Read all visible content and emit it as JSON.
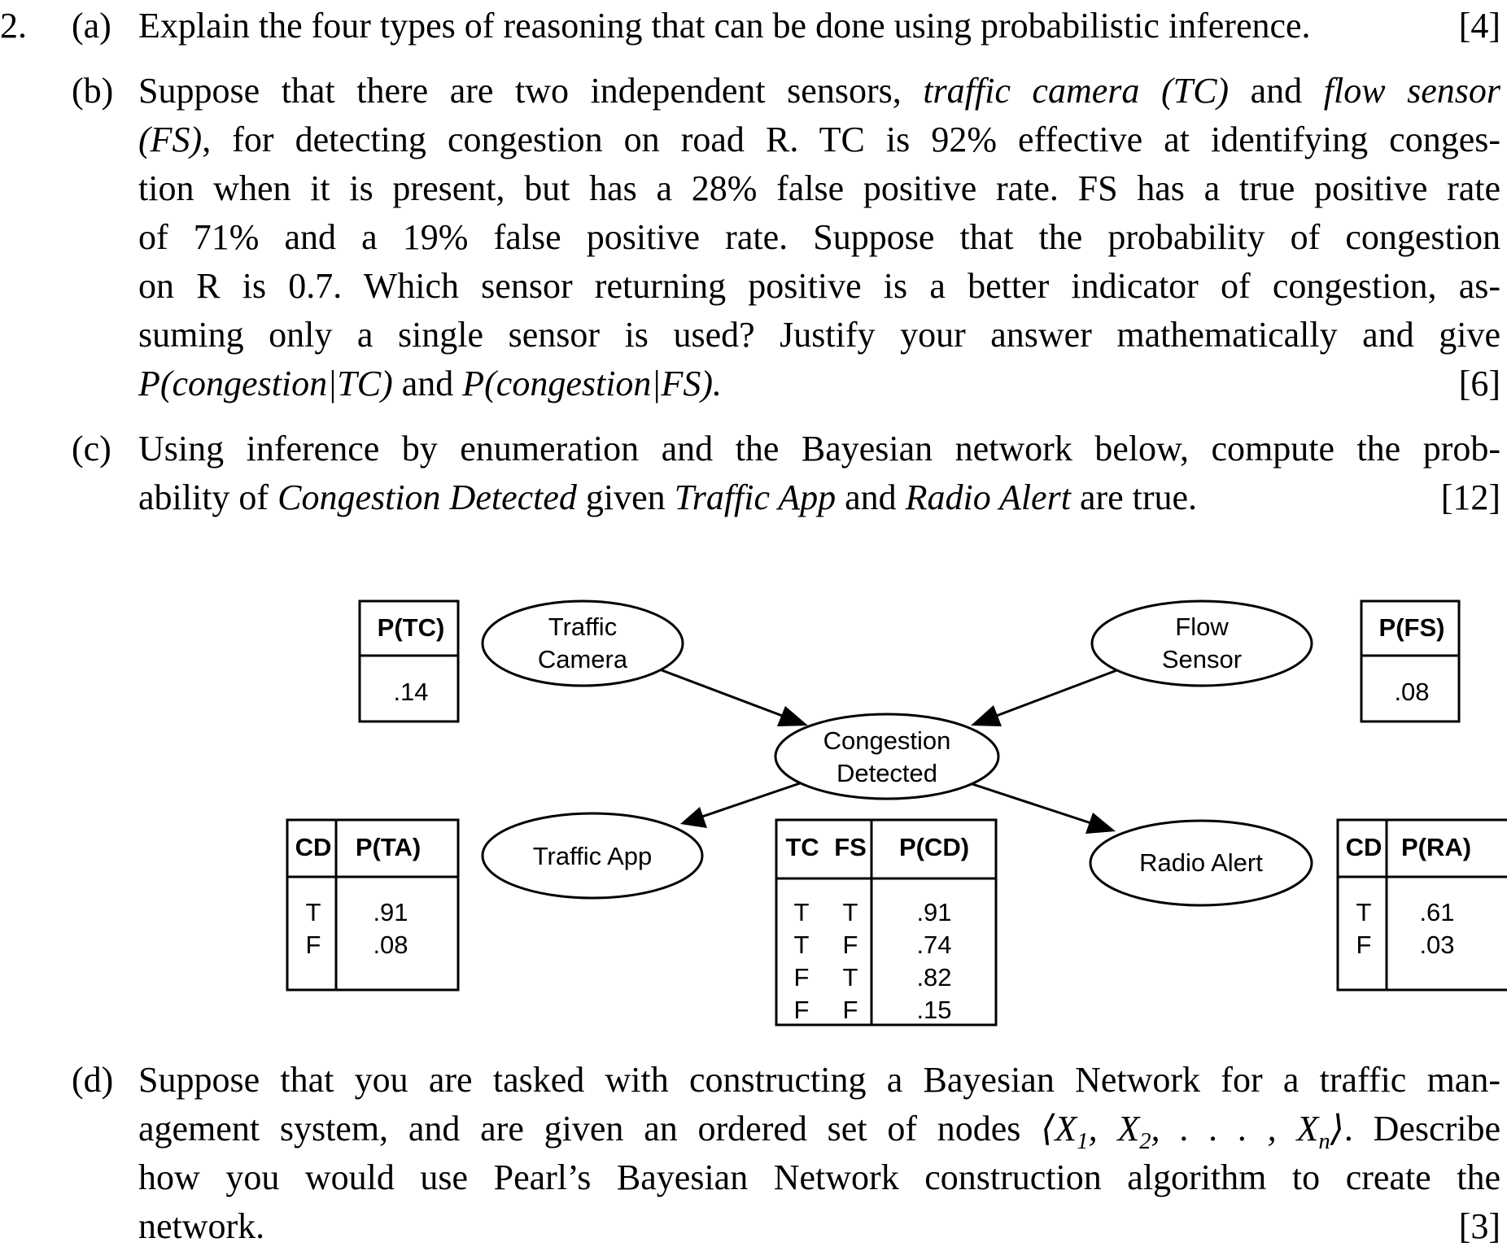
{
  "question": {
    "number": "2.",
    "parts": {
      "a": {
        "label": "(a)",
        "text": "Explain the four types of reasoning that can be done using probabilistic inference.",
        "marks": "[4]"
      },
      "b": {
        "label": "(b)",
        "line1_pre": "Suppose that there are two independent sensors,",
        "line1_tc": "traffic camera (TC)",
        "line1_and": "and",
        "line1_fs": "flow sensor",
        "line2_fs": "(FS)",
        "line2_rest": ", for detecting congestion on road R. TC is 92% effective at identifying conges-",
        "line3": "tion when it is present, but has a 28% false positive rate. FS has a true positive rate",
        "line4": "of 71% and a 19% false positive rate.  Suppose that the probability of congestion",
        "line5": "on R is 0.7.  Which sensor returning positive is a better indicator of congestion, as-",
        "line6": "suming only a single sensor is used?  Justify your answer mathematically and give",
        "line7_formula1": "P(congestion|TC)",
        "line7_and": "and",
        "line7_formula2": "P(congestion|FS).",
        "marks": "[6]"
      },
      "c": {
        "label": "(c)",
        "line1": "Using inference by enumeration and the Bayesian network below, compute the prob-",
        "line2_pre": "ability of",
        "line2_cd": "Congestion Detected",
        "line2_given": "given",
        "line2_ta": "Traffic App",
        "line2_and": "and",
        "line2_ra": "Radio Alert",
        "line2_post": "are true.",
        "marks": "[12]"
      },
      "d": {
        "label": "(d)",
        "line1": "Suppose that you are tasked with constructing a Bayesian Network for a traffic man-",
        "line2_pre": "agement system, and are given an ordered set of nodes ",
        "line2_set": "⟨X1, X2, . . . , Xn⟩",
        "line2_post": ". Describe",
        "line3": "how you would use Pearl’s Bayesian Network construction algorithm to create the",
        "line4": "network.",
        "marks": "[3]"
      }
    }
  },
  "network": {
    "nodes": {
      "traffic_camera": [
        "Traffic",
        "Camera"
      ],
      "flow_sensor": [
        "Flow",
        "Sensor"
      ],
      "congestion_detected": [
        "Congestion",
        "Detected"
      ],
      "traffic_app": "Traffic App",
      "radio_alert": "Radio Alert"
    },
    "tables": {
      "p_tc": {
        "header": "P(TC)",
        "value": ".14"
      },
      "p_fs": {
        "header": "P(FS)",
        "value": ".08"
      },
      "p_ta": {
        "headers": [
          "CD",
          "P(TA)"
        ],
        "rows": [
          [
            "T",
            ".91"
          ],
          [
            "F",
            ".08"
          ]
        ]
      },
      "p_cd": {
        "headers": [
          "TC",
          "FS",
          "P(CD)"
        ],
        "rows": [
          [
            "T",
            "T",
            ".91"
          ],
          [
            "T",
            "F",
            ".74"
          ],
          [
            "F",
            "T",
            ".82"
          ],
          [
            "F",
            "F",
            ".15"
          ]
        ]
      },
      "p_ra": {
        "headers": [
          "CD",
          "P(RA)"
        ],
        "rows": [
          [
            "T",
            ".61"
          ],
          [
            "F",
            ".03"
          ]
        ]
      }
    }
  }
}
